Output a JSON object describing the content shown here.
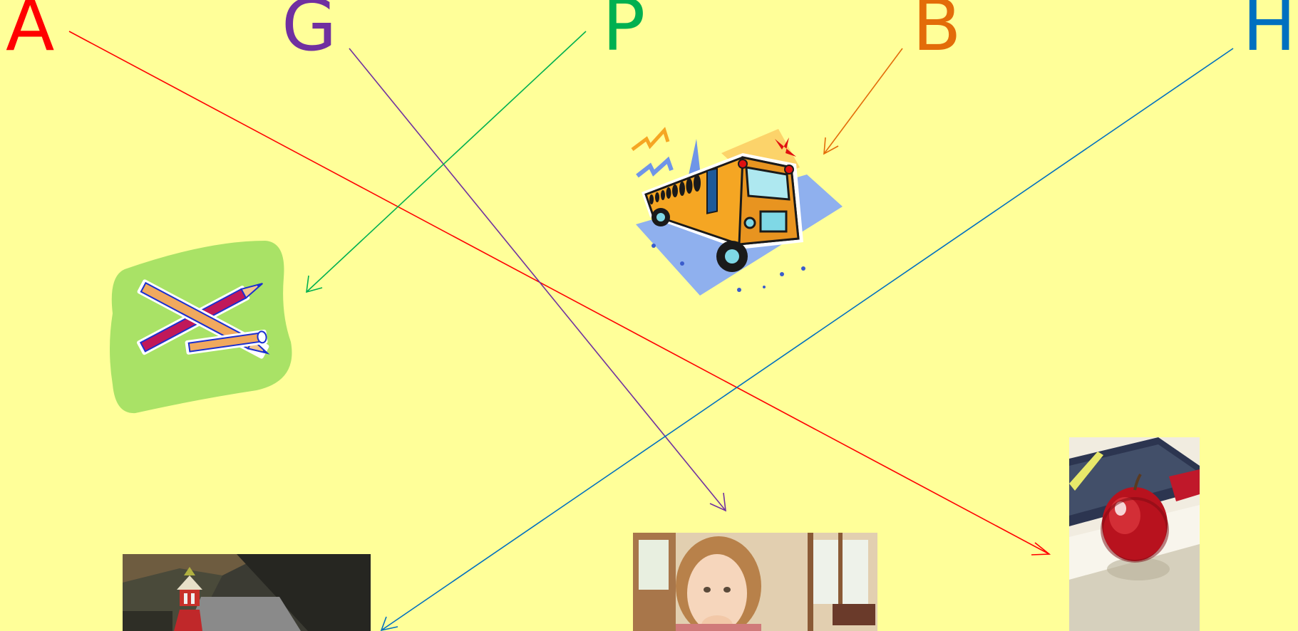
{
  "letters": [
    {
      "text": "A",
      "color": "#ff0000"
    },
    {
      "text": "G",
      "color": "#7030a0"
    },
    {
      "text": "P",
      "color": "#00b050"
    },
    {
      "text": "B",
      "color": "#e36c09"
    },
    {
      "text": "H",
      "color": "#0070c0"
    }
  ],
  "pictures": {
    "pencils": {
      "icon": "pencils-icon",
      "bg_color": "#a9e266"
    },
    "bus": {
      "icon": "school-bus-icon",
      "body_color": "#f5a623"
    },
    "apple": {
      "icon": "apple-photo"
    },
    "girl": {
      "icon": "girl-at-desk-photo"
    },
    "schoolhouse": {
      "icon": "red-schoolhouse-photo"
    }
  },
  "arrows": [
    {
      "from": "A",
      "to": "apple",
      "color": "#ff0000"
    },
    {
      "from": "G",
      "to": "girl",
      "color": "#7030a0"
    },
    {
      "from": "P",
      "to": "pencils",
      "color": "#00b050"
    },
    {
      "from": "B",
      "to": "bus",
      "color": "#e36c09"
    },
    {
      "from": "H",
      "to": "schoolhouse",
      "color": "#0070c0"
    }
  ]
}
